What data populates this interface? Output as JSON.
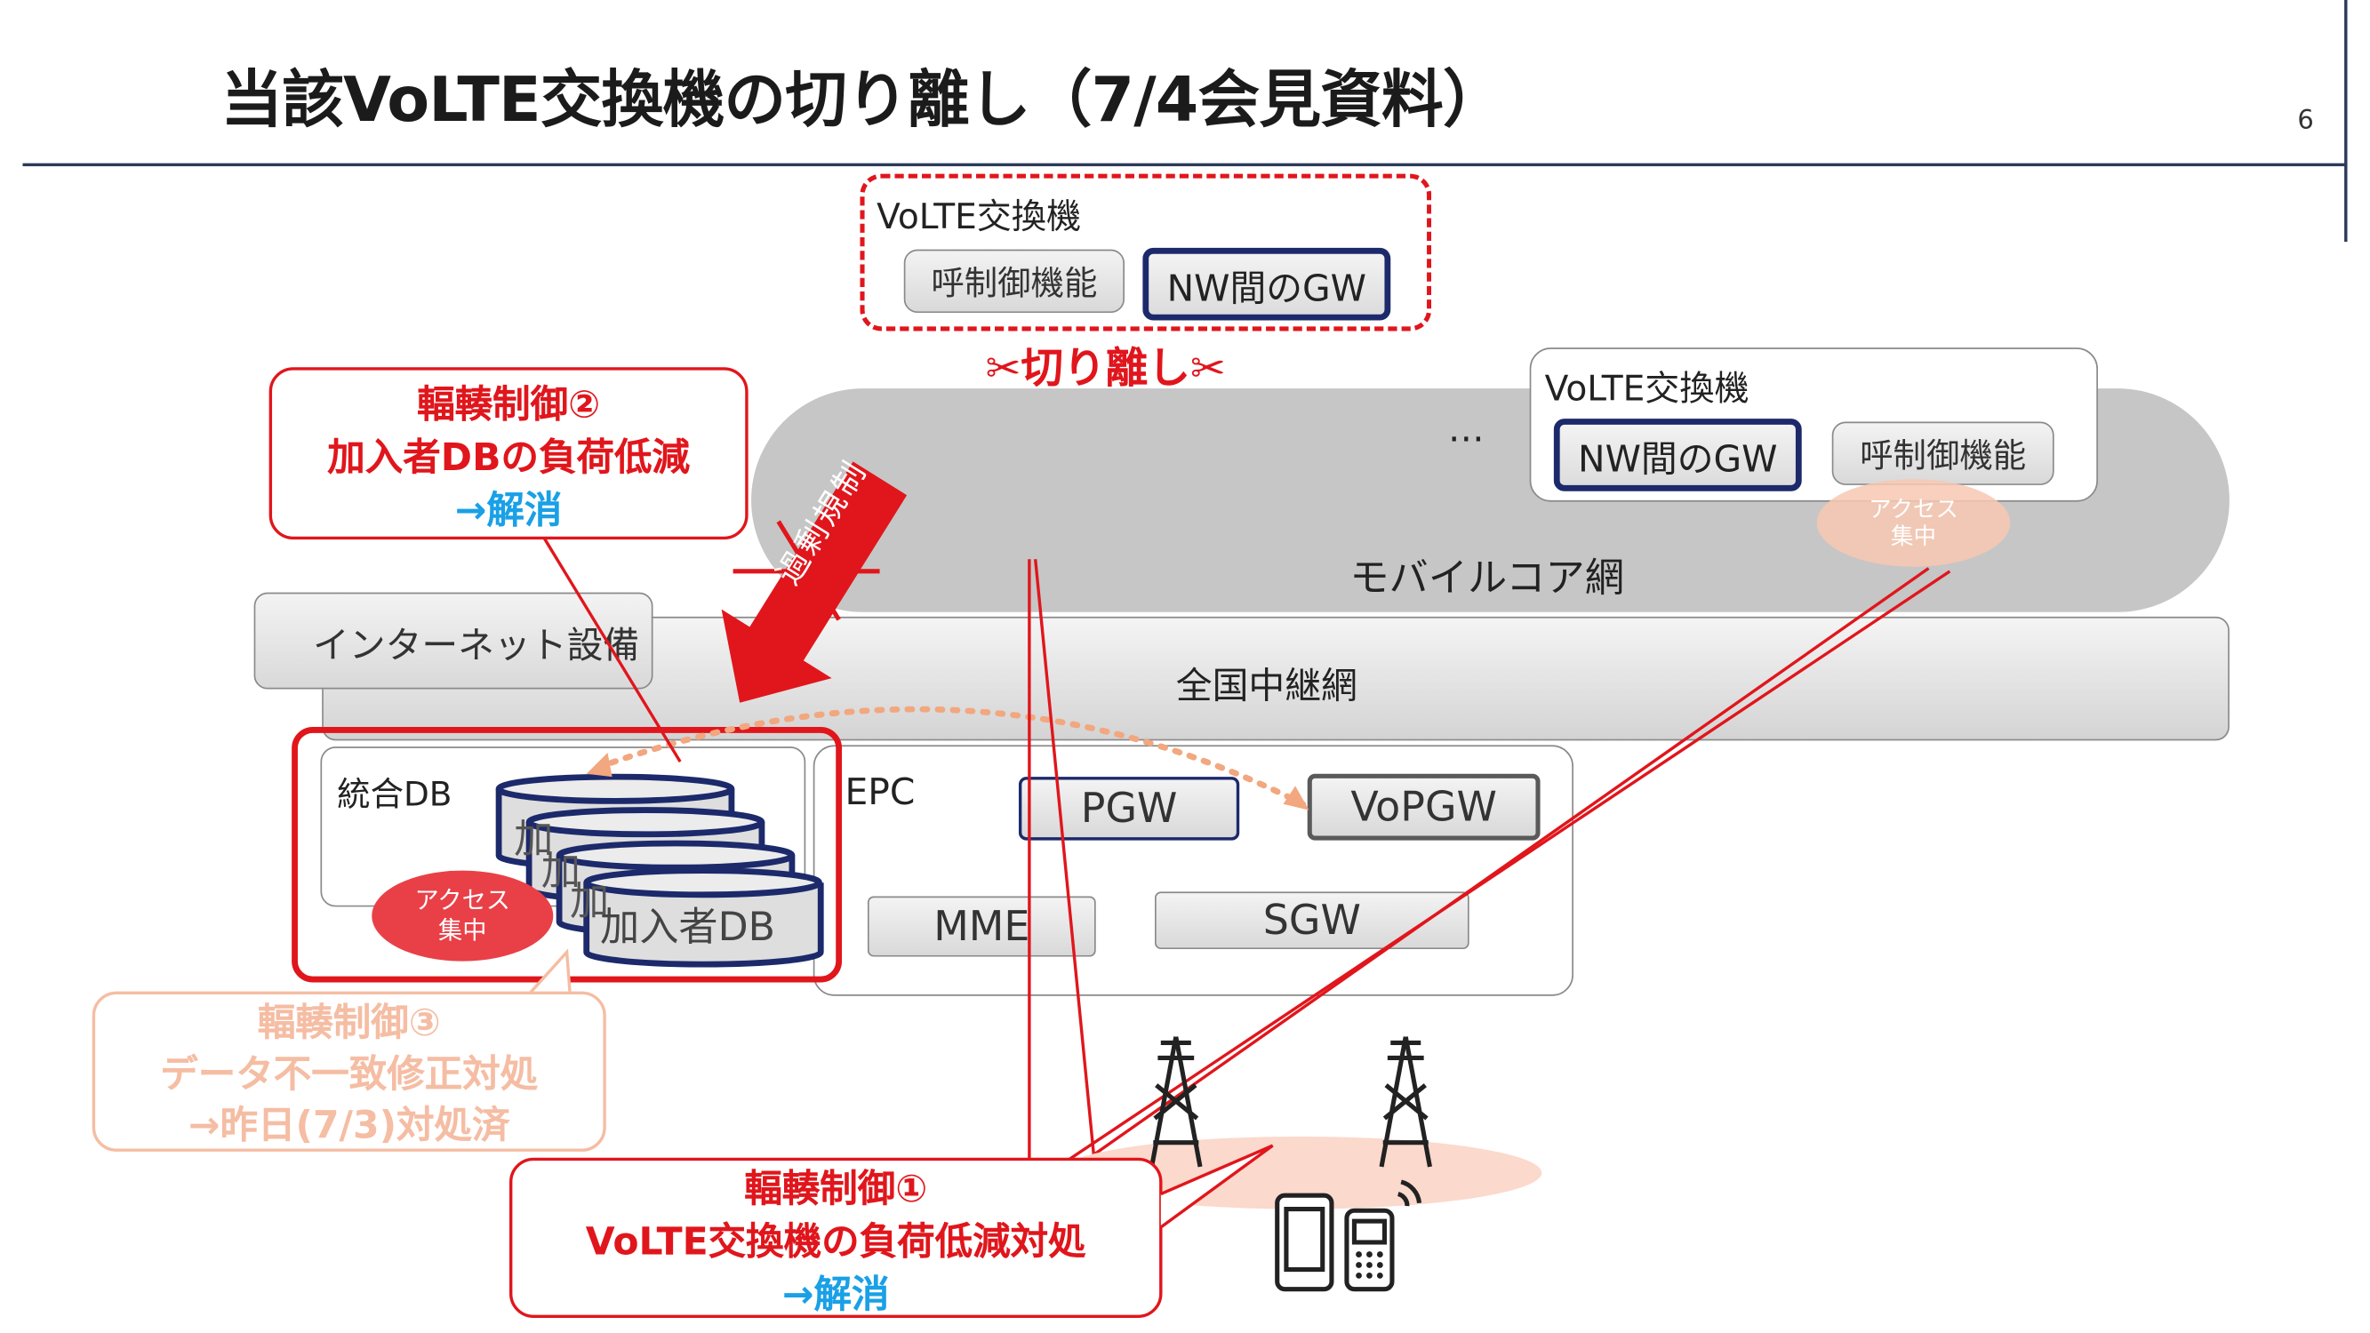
{
  "title": "当該VoLTE交換機の切り離し（7/4会見資料）",
  "page_number": "6",
  "isolated_switch": {
    "label": "VoLTE交換機",
    "call_control": "呼制御機能",
    "gateway": "NW間のGW"
  },
  "cut_label": "✂切り離し✂",
  "other_switch": {
    "label": "VoLTE交換機",
    "gateway": "NW間のGW",
    "call_control": "呼制御機能",
    "access_badge": "アクセス\n集中"
  },
  "ellipsis": "…",
  "mobile_core": "モバイルコア網",
  "internet": "インターネット設備",
  "backbone": "全国中継網",
  "unified_db": {
    "label": "統合DB",
    "subscriber_db": "加入者DB",
    "partial_chars": [
      "加",
      "加",
      "加"
    ],
    "access_badge": "アクセス\n集中"
  },
  "excess_label": "過剰規制",
  "epc": {
    "label": "EPC",
    "pgw": "PGW",
    "vopgw": "VoPGW",
    "mme": "MME",
    "sgw": "SGW"
  },
  "callout2": {
    "line1": "輻輳制御②",
    "line2": "加入者DBの負荷低減",
    "line3": "→解消"
  },
  "callout3": {
    "line1": "輻輳制御③",
    "line2": "データ不一致修正対処",
    "line3": "→昨日(7/3)対処済"
  },
  "callout1": {
    "line1": "輻輳制御①",
    "line2": "VoLTE交換機の負荷低減対処",
    "line3": "→解消"
  },
  "colors": {
    "accent_red": "#e0161c",
    "navy": "#1c2a6b",
    "link_blue": "#1aa0e6",
    "faded_orange": "#f5bda3"
  }
}
